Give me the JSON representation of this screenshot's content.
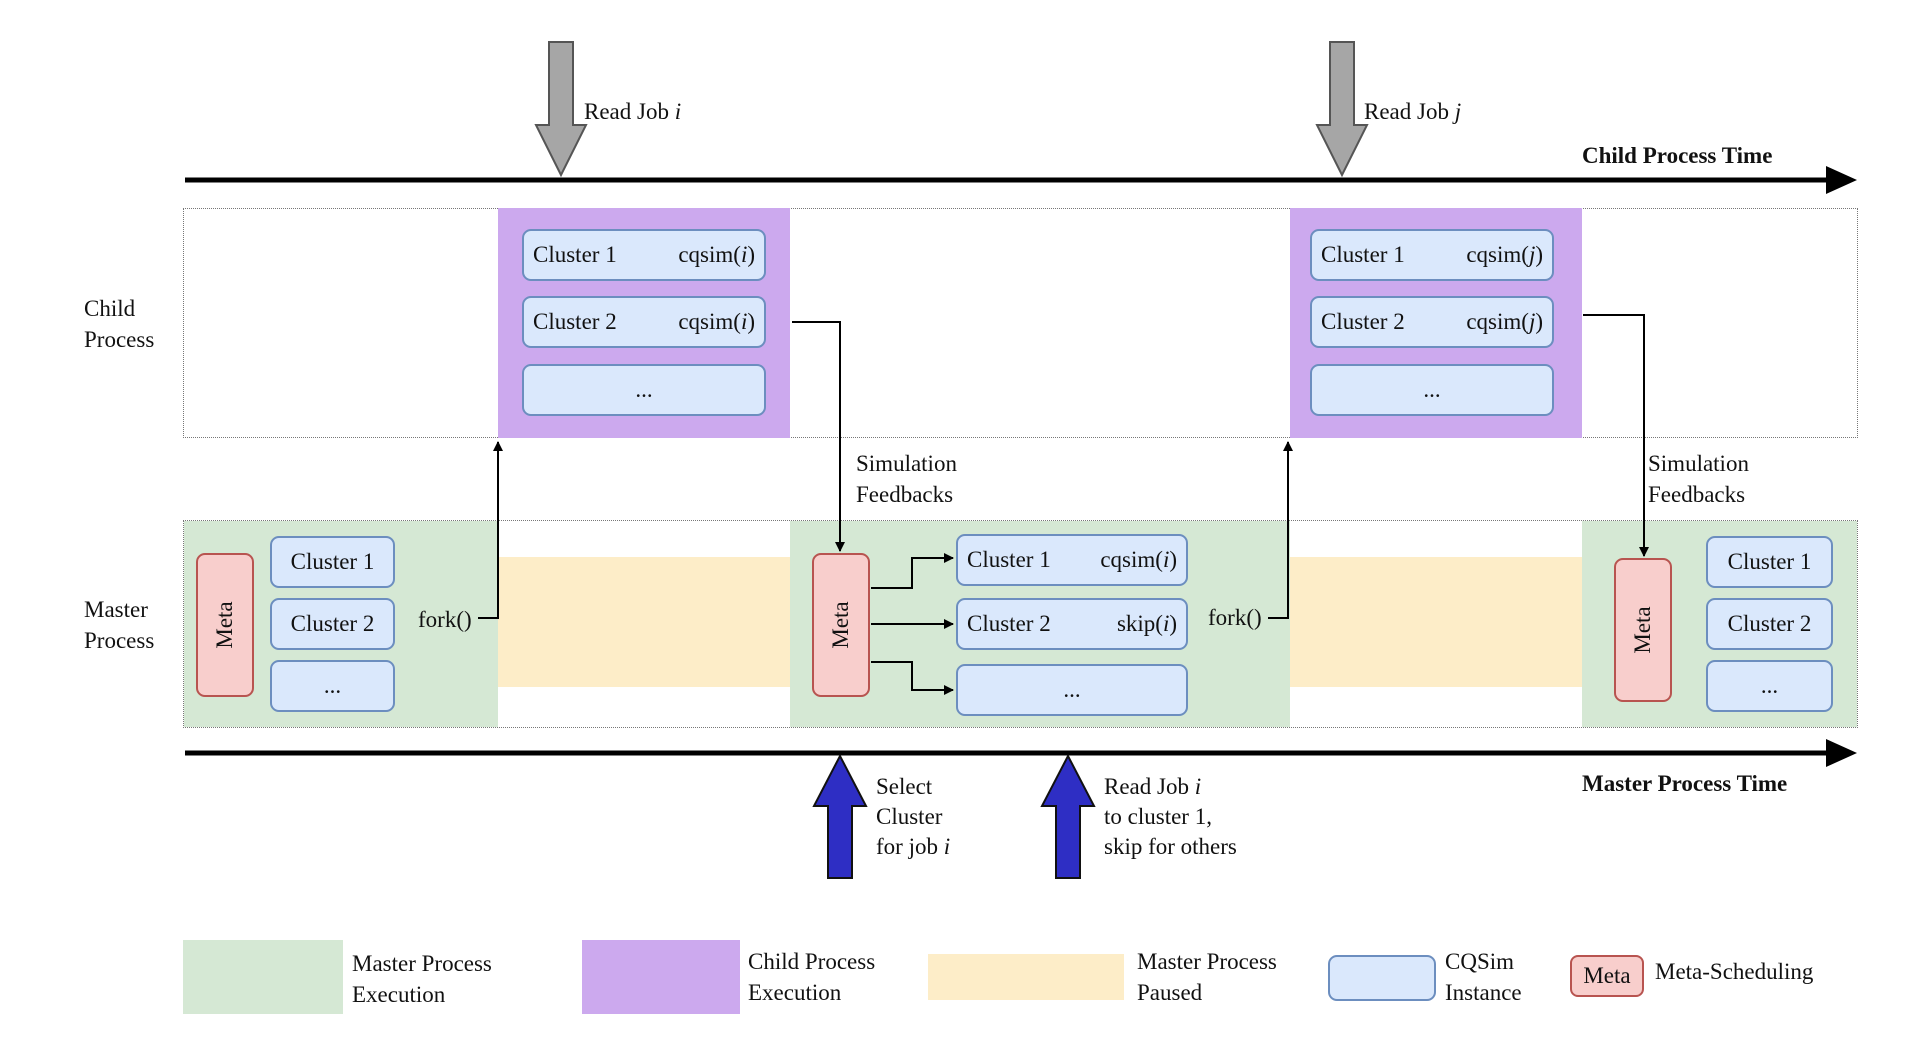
{
  "top_labels": {
    "read_job_i_prefix": "Read Job ",
    "read_job_i_var": "i",
    "read_job_j_prefix": "Read Job ",
    "read_job_j_var": "j"
  },
  "timelines": {
    "child": "Child Process Time",
    "master": "Master Process Time"
  },
  "row_labels": {
    "child_1": "Child",
    "child_2": "Process",
    "master_1": "Master",
    "master_2": "Process"
  },
  "child_block_1": {
    "c1_left": "Cluster 1",
    "c1_fn": "cqsim(",
    "c1_var": "i",
    "c1_close": ")",
    "c2_left": "Cluster 2",
    "c2_fn": "cqsim(",
    "c2_var": "i",
    "c2_close": ")",
    "more": "..."
  },
  "child_block_2": {
    "c1_left": "Cluster 1",
    "c1_fn": "cqsim(",
    "c1_var": "j",
    "c1_close": ")",
    "c2_left": "Cluster 2",
    "c2_fn": "cqsim(",
    "c2_var": "j",
    "c2_close": ")",
    "more": "..."
  },
  "feedback_1": {
    "line1": "Simulation",
    "line2": "Feedbacks"
  },
  "feedback_2": {
    "line1": "Simulation",
    "line2": "Feedbacks"
  },
  "master_block_1": {
    "meta": "Meta",
    "c1": "Cluster 1",
    "c2": "Cluster 2",
    "more": "...",
    "fork": "fork()"
  },
  "master_block_2": {
    "meta": "Meta",
    "c1_left": "Cluster 1",
    "c1_fn": "cqsim(",
    "c1_var": "i",
    "c1_close": ")",
    "c2_left": "Cluster 2",
    "c2_fn": "skip(",
    "c2_var": "i",
    "c2_close": ")",
    "more": "...",
    "fork": "fork()"
  },
  "master_block_3": {
    "meta": "Meta",
    "c1": "Cluster 1",
    "c2": "Cluster 2",
    "more": "..."
  },
  "bottom_labels": {
    "select_1": "Select",
    "select_2": "Cluster",
    "select_3_prefix": "for job ",
    "select_3_var": "i",
    "readjob_1_prefix": "Read Job ",
    "readjob_1_var": "i",
    "readjob_2": "to cluster 1,",
    "readjob_3": "skip for others"
  },
  "legend": {
    "master_exec_1": "Master Process",
    "master_exec_2": "Execution",
    "child_exec_1": "Child Process",
    "child_exec_2": "Execution",
    "paused_1": "Master Process",
    "paused_2": "Paused",
    "cqsim_1": "CQSim",
    "cqsim_2": "Instance",
    "meta_box": "Meta",
    "meta_label": "Meta-Scheduling"
  },
  "colors": {
    "master_exec": "#d5e8d4",
    "child_exec": "#cca9ee",
    "paused": "#fdedc8",
    "cqsim_fill": "#dae8fc",
    "cqsim_border": "#6c8ebf",
    "meta_fill": "#f8cecc",
    "meta_border": "#b85450",
    "read_arrow": "#a6a6a6",
    "select_arrow": "#2e2ec4"
  }
}
